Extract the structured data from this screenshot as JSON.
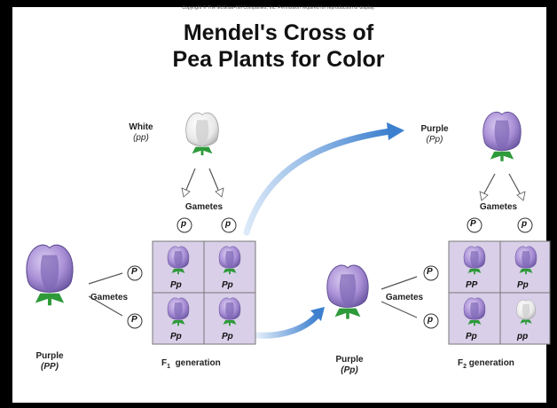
{
  "copyright": "Copyright © The McGraw-Hill Companies, Inc. Permission required for reproduction or display.",
  "title_line1": "Mendel's Cross of",
  "title_line2": "Pea Plants for Color",
  "parent_white": {
    "name": "White",
    "genotype": "(pp)"
  },
  "parent_purple_pp": {
    "name": "Purple",
    "genotype": "(PP)"
  },
  "f1_parent_top": {
    "name": "Purple",
    "genotype": "(Pp)"
  },
  "f1_parent_left": {
    "name": "Purple",
    "genotype": "(Pp)"
  },
  "gametes_label": "Gametes",
  "f1_grid": {
    "top_gametes": [
      "p",
      "p"
    ],
    "left_gametes": [
      "P",
      "P"
    ],
    "cells": [
      "Pp",
      "Pp",
      "Pp",
      "Pp"
    ],
    "caption": "F",
    "caption_sub": "1",
    "caption_rest": "generation"
  },
  "f2_grid": {
    "top_gametes": [
      "P",
      "p"
    ],
    "left_gametes": [
      "P",
      "p"
    ],
    "cells": [
      "PP",
      "Pp",
      "Pp",
      "pp"
    ],
    "caption": "F",
    "caption_sub": "2",
    "caption_rest": "generation"
  },
  "colors": {
    "purple_flower": "#a98fd6",
    "purple_dark": "#6f5aa6",
    "white_flower": "#f2f2f2",
    "grid_bg": "#d9cfe8",
    "stem_green": "#2e9a3a",
    "arrow_blue": "#4a8fd6"
  }
}
